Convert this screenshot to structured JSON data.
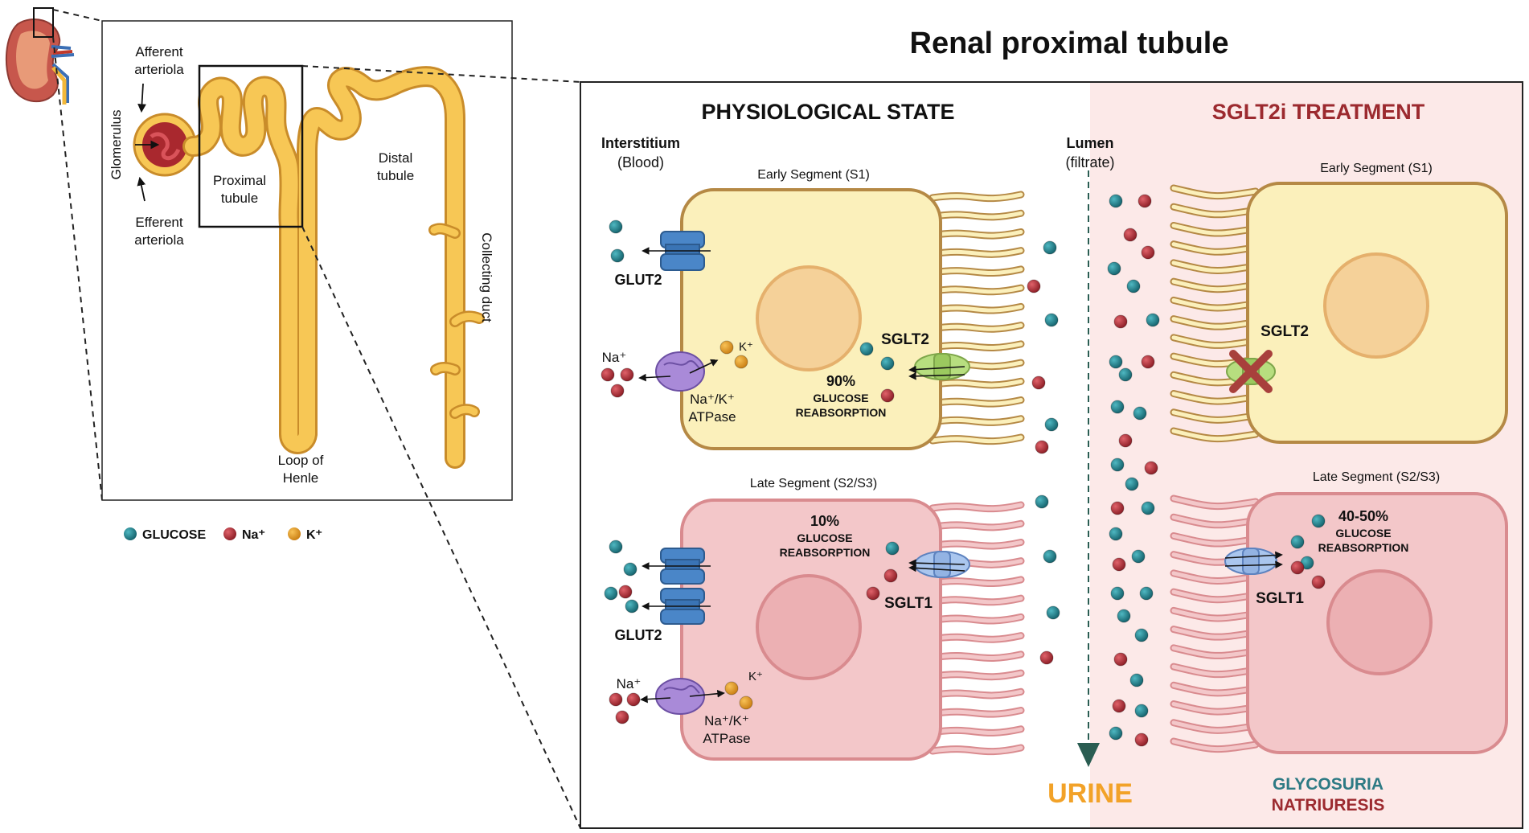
{
  "title": "Renal proximal tubule",
  "nephron": {
    "afferent": [
      "Afferent",
      "arteriola"
    ],
    "efferent": [
      "Efferent",
      "arteriola"
    ],
    "glomerulus": "Glomerulus",
    "proximal": [
      "Proximal",
      "tubule"
    ],
    "distal": [
      "Distal",
      "tubule"
    ],
    "loop": [
      "Loop of",
      "Henle"
    ],
    "collecting": "Collecting duct"
  },
  "legend": [
    {
      "label": "GLUCOSE",
      "color": "#1e8591"
    },
    {
      "label": "Na⁺",
      "color": "#b52b34"
    },
    {
      "label": "K⁺",
      "color": "#e8a12a"
    }
  ],
  "physio": {
    "heading": "PHYSIOLOGICAL STATE",
    "interstitium": [
      "Interstitium",
      "(Blood)"
    ],
    "lumen": [
      "Lumen",
      "(filtrate)"
    ],
    "early": {
      "segment": "Early Segment (S1)",
      "glut": "GLUT2",
      "na": "Na⁺",
      "k": "K⁺",
      "atpase": [
        "Na⁺/K⁺",
        "ATPase"
      ],
      "sglt": "SGLT2",
      "pct": "90%",
      "reab": [
        "GLUCOSE",
        "REABSORPTION"
      ]
    },
    "late": {
      "segment": "Late Segment (S2/S3)",
      "glut": "GLUT2",
      "na": "Na⁺",
      "k": "K⁺",
      "atpase": [
        "Na⁺/K⁺",
        "ATPase"
      ],
      "sglt": "SGLT1",
      "pct": "10%",
      "reab": [
        "GLUCOSE",
        "REABSORPTION"
      ]
    },
    "urine": "URINE"
  },
  "treatment": {
    "heading": "SGLT2i TREATMENT",
    "early": {
      "segment": "Early Segment (S1)",
      "sglt": "SGLT2"
    },
    "late": {
      "segment": "Late Segment (S2/S3)",
      "sglt": "SGLT1",
      "pct": "40-50%",
      "reab": [
        "GLUCOSE",
        "REABSORPTION"
      ]
    },
    "outcome": [
      "GLYCOSURIA",
      "NATRIURESIS"
    ]
  },
  "colors": {
    "glucose": "#1e8591",
    "sodium": "#b52b34",
    "potassium": "#e8a12a",
    "tubule": "#f7c755",
    "early_cell": "#fbf0bb",
    "late_cell": "#f3c7c9",
    "treatment_bg": "#fce9e8",
    "urine": "#f2a228",
    "natriuresis": "#9c2a2f",
    "glycosuria": "#2d7a84"
  }
}
